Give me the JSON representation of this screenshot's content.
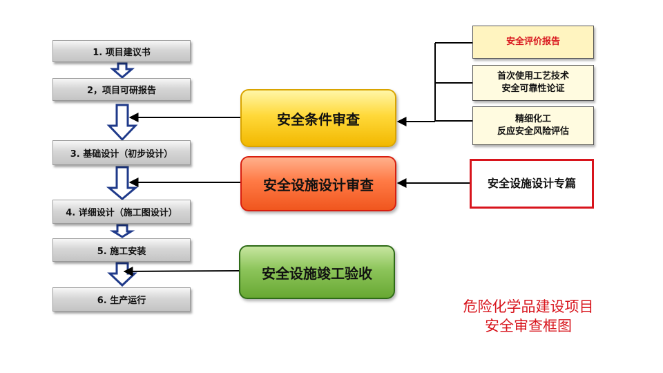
{
  "process_steps": [
    "1. 项目建议书",
    "2，项目可研报告",
    "3. 基础设计（初步设计）",
    "4. 详细设计（施工图设计）",
    "5. 施工安装",
    "6. 生产运行"
  ],
  "reviews": {
    "safety_conditions": "安全条件审查",
    "facility_design": "安全设施设计审查",
    "completion_acceptance": "安全设施竣工验收"
  },
  "documents": {
    "evaluation_report": "安全评价报告",
    "first_use_line1": "首次使用工艺技术",
    "first_use_line2": "安全可靠性论证",
    "fine_chem_line1": "精细化工",
    "fine_chem_line2": "反应安全风险评估",
    "design_special": "安全设施设计专篇"
  },
  "caption": {
    "line1": "危险化学品建设项目",
    "line2": "安全审查框图"
  },
  "colors": {
    "review_yellow": "#ffd93a",
    "review_red": "#ff7a45",
    "review_green": "#8cc45a",
    "caption_red": "#d8141c",
    "arrow_outline": "#1f3a8a"
  }
}
